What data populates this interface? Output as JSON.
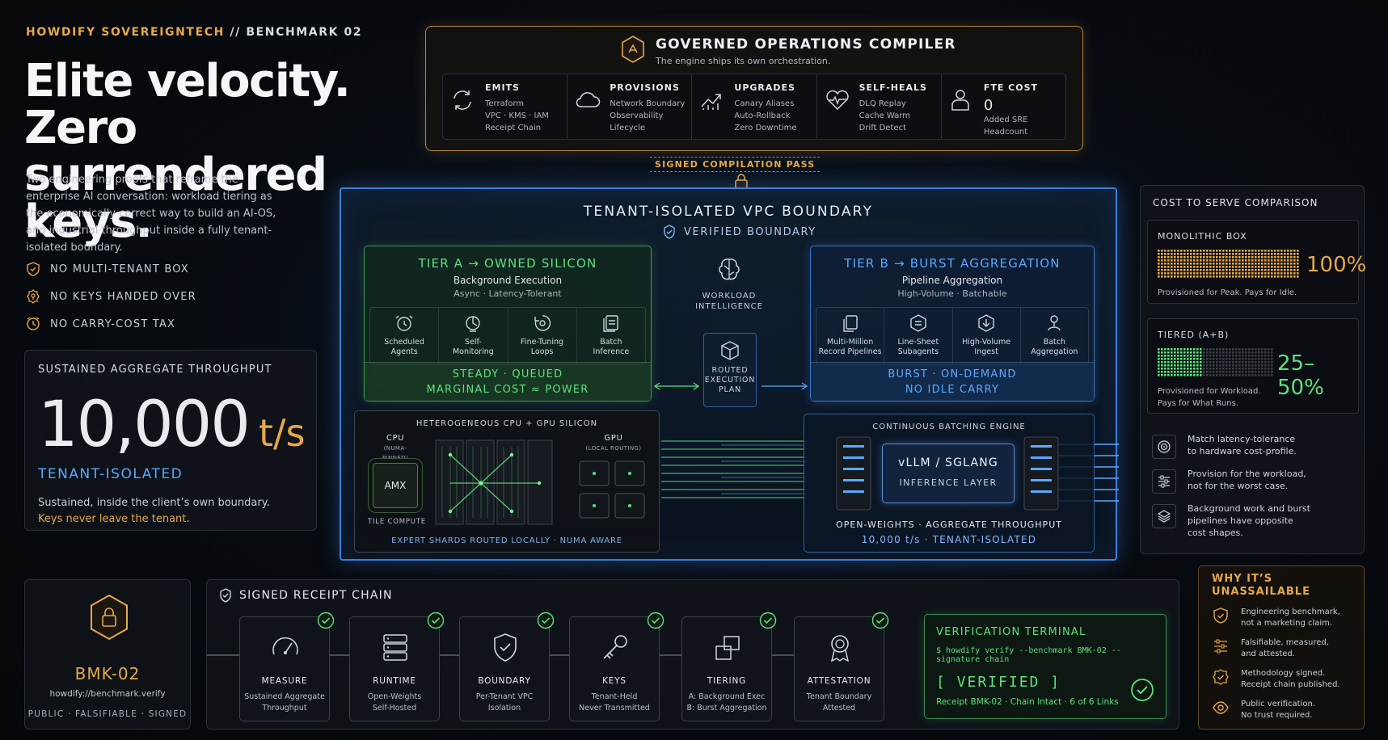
{
  "header": {
    "brand": "HOWDIFY SOVEREIGNTECH",
    "sep": " // ",
    "sub": "BENCHMARK 02",
    "title_1": "Elite velocity.",
    "title_2": "Zero surrendered keys.",
    "intro": "Two engineering proofs that reframe the enterprise AI conversation: workload tiering as the economically correct way to build an AI-OS, and industrial throughput inside a fully tenant-isolated boundary."
  },
  "guarantees": [
    {
      "icon": "shield-icon",
      "label": "NO MULTI-TENANT BOX"
    },
    {
      "icon": "key-badge-icon",
      "label": "NO KEYS HANDED OVER"
    },
    {
      "icon": "clock-icon",
      "label": "NO CARRY-COST TAX"
    }
  ],
  "throughput": {
    "label": "SUSTAINED AGGREGATE THROUGHPUT",
    "value": "10,000",
    "unit": "t/s",
    "isolation": "TENANT-ISOLATED",
    "line1": "Sustained, inside the client’s own boundary.",
    "line2": "Keys never leave the tenant."
  },
  "compiler": {
    "title": "GOVERNED OPERATIONS COMPILER",
    "subtitle": "The engine ships its own orchestration.",
    "cells": [
      {
        "icon": "cycle-icon",
        "title": "EMITS",
        "lines": [
          "Terraform",
          "VPC · KMS · IAM",
          "Receipt Chain"
        ]
      },
      {
        "icon": "cloud-icon",
        "title": "PROVISIONS",
        "lines": [
          "Network Boundary",
          "Observability",
          "Lifecycle"
        ]
      },
      {
        "icon": "trend-up-icon",
        "title": "UPGRADES",
        "lines": [
          "Canary Aliases",
          "Auto-Rollback",
          "Zero Downtime"
        ]
      },
      {
        "icon": "heartbeat-icon",
        "title": "SELF-HEALS",
        "lines": [
          "DLQ Replay",
          "Cache Warm",
          "Drift Detect"
        ]
      },
      {
        "icon": "person-icon",
        "title": "FTE COST",
        "value": "0",
        "lines": [
          "Added SRE",
          "Headcount"
        ]
      }
    ],
    "pass": "SIGNED COMPILATION PASS"
  },
  "vpc": {
    "title": "TENANT-ISOLATED VPC BOUNDARY",
    "verified": "VERIFIED BOUNDARY",
    "tierA": {
      "title": "TIER A → OWNED SILICON",
      "sub": "Background Execution",
      "sub2": "Async · Latency-Tolerant",
      "items": [
        {
          "icon": "alarm-icon",
          "l1": "Scheduled",
          "l2": "Agents"
        },
        {
          "icon": "monitor-icon",
          "l1": "Self-",
          "l2": "Monitoring"
        },
        {
          "icon": "loop-icon",
          "l1": "Fine-Tuning",
          "l2": "Loops"
        },
        {
          "icon": "batch-icon",
          "l1": "Batch",
          "l2": "Inference"
        }
      ],
      "foot1": "STEADY · QUEUED",
      "foot2": "MARGINAL COST ≈ POWER"
    },
    "tierB": {
      "title": "TIER B → BURST AGGREGATION",
      "sub": "Pipeline Aggregation",
      "sub2": "High-Volume · Batchable",
      "items": [
        {
          "icon": "records-icon",
          "l1": "Multi-Million",
          "l2": "Record Pipelines"
        },
        {
          "icon": "sheet-icon",
          "l1": "Line-Sheet",
          "l2": "Subagents"
        },
        {
          "icon": "ingest-icon",
          "l1": "High-Volume",
          "l2": "Ingest"
        },
        {
          "icon": "aggregate-icon",
          "l1": "Batch",
          "l2": "Aggregation"
        }
      ],
      "foot1": "BURST · ON-DEMAND",
      "foot2": "NO IDLE CARRY"
    },
    "workload": {
      "l1": "WORKLOAD",
      "l2": "INTELLIGENCE"
    },
    "routed": {
      "l1": "ROUTED",
      "l2": "EXECUTION",
      "l3": "PLAN"
    },
    "silicon": {
      "title": "HETEROGENEOUS CPU + GPU SILICON",
      "cpu": "CPU",
      "cpu_sub": "(NUMA-PINNED)",
      "gpu": "GPU",
      "gpu_sub": "(LOCAL ROUTING)",
      "amx": "AMX",
      "tile": "TILE COMPUTE",
      "foot": "EXPERT SHARDS ROUTED LOCALLY · NUMA AWARE"
    },
    "batching": {
      "title": "CONTINUOUS BATCHING ENGINE",
      "engine": "vLLM / SGLANG",
      "layer": "INFERENCE LAYER",
      "foot1": "OPEN-WEIGHTS · AGGREGATE THROUGHPUT",
      "foot2": "10,000 t/s · TENANT-ISOLATED"
    }
  },
  "cost": {
    "title": "COST TO SERVE COMPARISON",
    "mono": {
      "label": "MONOLITHIC BOX",
      "pct": "100%",
      "fill": 1.0,
      "desc": "Provisioned for Peak. Pays for Idle."
    },
    "tiered": {
      "label": "TIERED (A+B)",
      "pct": "25–50%",
      "fill": 0.38,
      "desc1": "Provisioned for Workload.",
      "desc2": "Pays for What Runs."
    },
    "reasons": [
      {
        "icon": "target-icon",
        "l1": "Match latency-tolerance",
        "l2": "to hardware cost-profile."
      },
      {
        "icon": "sliders-icon",
        "l1": "Provision for the workload,",
        "l2": "not for the worst case."
      },
      {
        "icon": "layers-icon",
        "l1": "Background work and burst",
        "l2": "pipelines have opposite",
        "l3": "cost shapes."
      }
    ]
  },
  "bmk": {
    "id": "BMK-02",
    "url": "howdify://benchmark.verify",
    "tags": "PUBLIC · FALSIFIABLE · SIGNED"
  },
  "chain": {
    "title": "SIGNED RECEIPT CHAIN",
    "links": [
      {
        "icon": "gauge-icon",
        "title": "MEASURE",
        "l1": "Sustained Aggregate",
        "l2": "Throughput"
      },
      {
        "icon": "server-icon",
        "title": "RUNTIME",
        "l1": "Open-Weights",
        "l2": "Self-Hosted"
      },
      {
        "icon": "shield-check-icon",
        "title": "BOUNDARY",
        "l1": "Per-Tenant VPC",
        "l2": "Isolation"
      },
      {
        "icon": "key-icon",
        "title": "KEYS",
        "l1": "Tenant-Held",
        "l2": "Never Transmitted"
      },
      {
        "icon": "tiers-icon",
        "title": "TIERING",
        "l1": "A: Background Exec",
        "l2": "B: Burst Aggregation"
      },
      {
        "icon": "award-icon",
        "title": "ATTESTATION",
        "l1": "Tenant Boundary",
        "l2": "Attested"
      }
    ],
    "terminal": {
      "title": "VERIFICATION TERMINAL",
      "cmd": "$ howdify verify --benchmark BMK-02 --signature chain",
      "status": "[ VERIFIED ]",
      "receipt": "Receipt BMK-02 · Chain Intact · 6 of 6 Links"
    }
  },
  "why": {
    "title_1": "WHY IT’S",
    "title_2": "UNASSAILABLE",
    "items": [
      {
        "icon": "shield-icon",
        "l1": "Engineering benchmark,",
        "l2": "not a marketing claim."
      },
      {
        "icon": "sliders-icon",
        "l1": "Falsifiable, measured,",
        "l2": "and attested."
      },
      {
        "icon": "seal-icon",
        "l1": "Methodology signed.",
        "l2": "Receipt chain published."
      },
      {
        "icon": "eye-icon",
        "l1": "Public verification.",
        "l2": "No trust required."
      }
    ]
  },
  "colors": {
    "gold": "#e6a84a",
    "green": "#5ee07a",
    "blue": "#5aa8ff"
  }
}
